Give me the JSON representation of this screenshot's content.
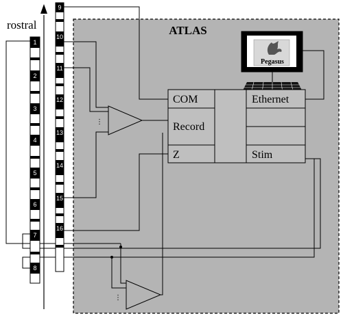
{
  "system": {
    "title": "ATLAS",
    "computer_label": "Pegasus"
  },
  "orientation": {
    "label": "rostral"
  },
  "interface_box": {
    "com": "COM",
    "record": "Record",
    "z": "Z",
    "ethernet": "Ethernet",
    "stim": "Stim"
  },
  "left_electrode": {
    "contacts": [
      "1",
      "2",
      "3",
      "4",
      "5",
      "6",
      "7",
      "8"
    ]
  },
  "right_electrode": {
    "contacts": [
      "9",
      "10",
      "11",
      "12",
      "13",
      "14",
      "15",
      "16"
    ]
  },
  "amplifiers": {
    "ellipsis": "⋮"
  },
  "colors": {
    "panel_fill": "#b4b4b4",
    "box_fill": "#bfbfbf",
    "electrode_dark": "#000000",
    "electrode_light": "#ffffff"
  }
}
